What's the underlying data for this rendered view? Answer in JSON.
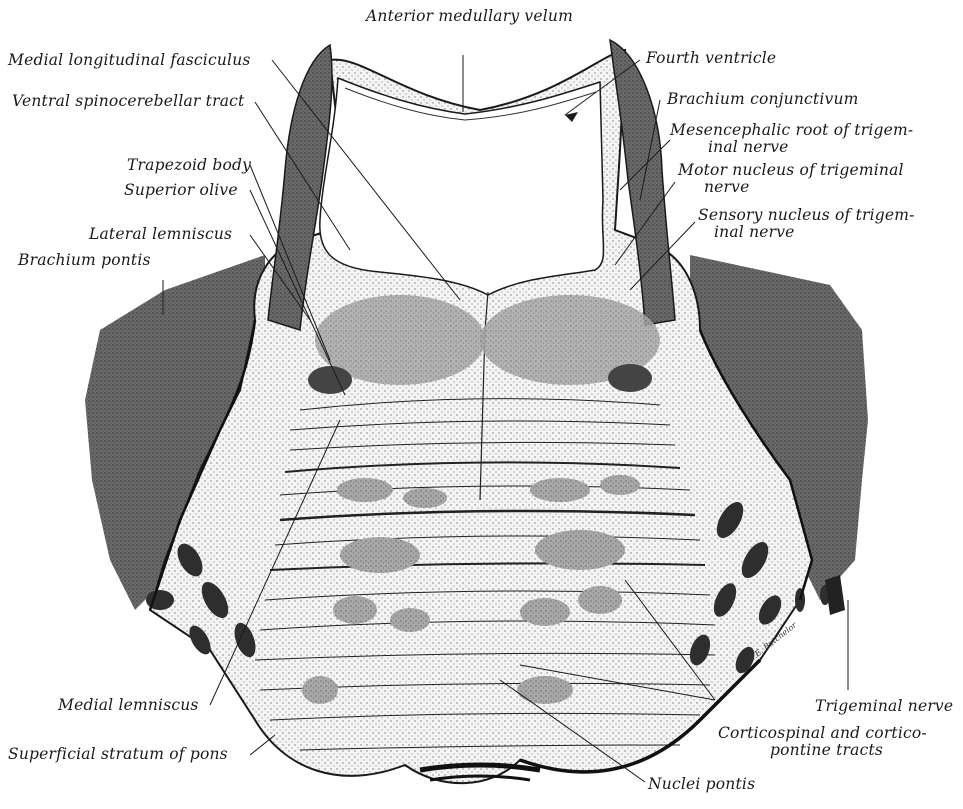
{
  "labels": {
    "anterior_medullary_velum": "Anterior medullary velum",
    "medial_longitudinal_fasciculus": "Medial longitudinal fasciculus",
    "ventral_spinocerebellar_tract": "Ventral spinocerebellar tract",
    "trapezoid_body": "Trapezoid body",
    "superior_olive": "Superior olive",
    "lateral_lemniscus": "Lateral lemniscus",
    "brachium_pontis": "Brachium pontis",
    "fourth_ventricle": "Fourth ventricle",
    "brachium_conjunctivum": "Brachium conjunctivum",
    "mesencephalic_root": [
      "Mesencephalic root of trigem-",
      "inal nerve"
    ],
    "motor_nucleus": [
      "Motor nucleus of trigeminal",
      "nerve"
    ],
    "sensory_nucleus": [
      "Sensory nucleus of trigem-",
      "inal nerve"
    ],
    "medial_lemniscus": "Medial lemniscus",
    "superficial_stratum": "Superficial stratum of pons",
    "trigeminal_nerve": "Trigeminal nerve",
    "corticospinal_tracts": [
      "Corticospinal and cortico-",
      "pontine tracts"
    ],
    "nuclei_pontis": "Nuclei pontis"
  },
  "signature": "H.E. Batchelor",
  "colors": {
    "ink": "#1a1a1a",
    "dark_tissue": "#5e5e5e",
    "mid_tissue": "#9a9a9a",
    "light_tissue": "#cfcfcf",
    "paper": "#ffffff"
  }
}
